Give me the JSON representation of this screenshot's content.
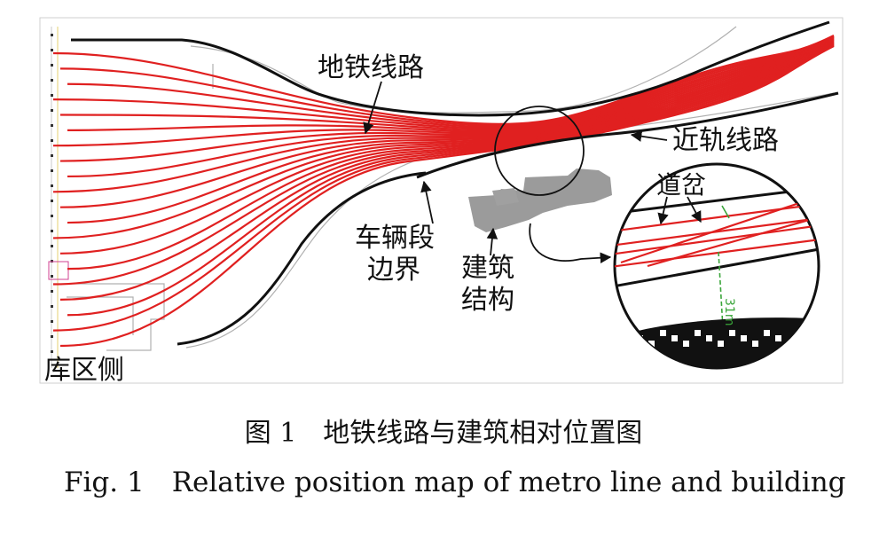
{
  "labels": {
    "metro_line": "地铁线路",
    "near_track": "近轨线路",
    "switch": "道岔",
    "depot_boundary_1": "车辆段",
    "depot_boundary_2": "边界",
    "building_1": "建筑",
    "building_2": "结构",
    "depot_side": "库区侧",
    "distance": "31m"
  },
  "caption": {
    "zh": "图 1　地铁线路与建筑相对位置图",
    "en": "Fig. 1　Relative position map of metro line and building"
  },
  "colors": {
    "track": "#e02020",
    "boundary": "#111111",
    "building": "#8a8a8a",
    "distance_line": "#3aa53a"
  }
}
